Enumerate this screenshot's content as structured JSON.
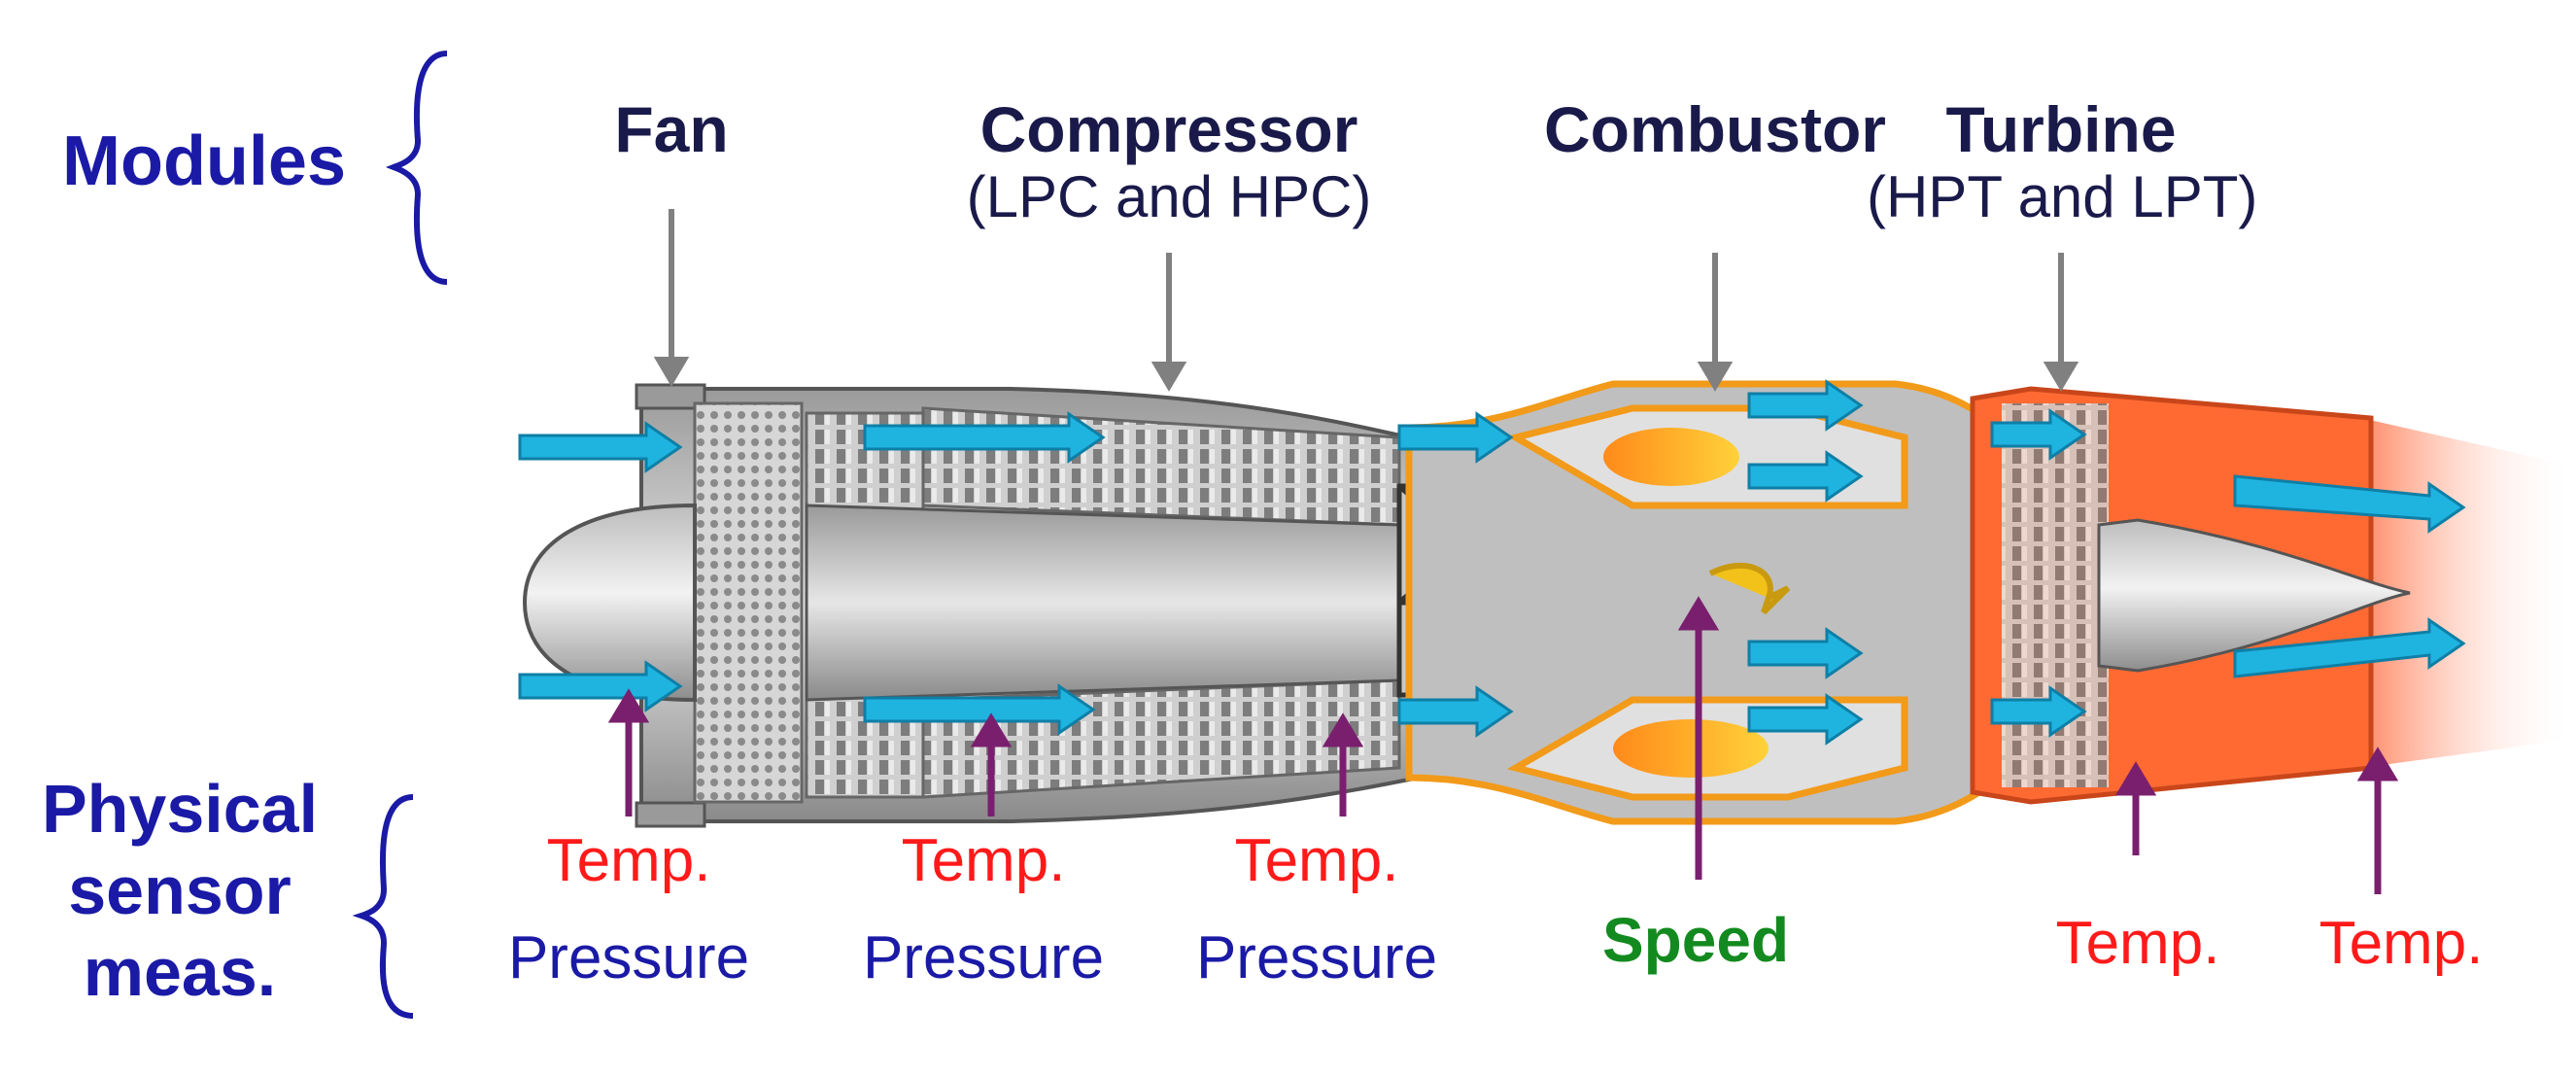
{
  "modules_label": "Modules",
  "sensors_label": [
    "Physical",
    "sensor",
    "meas."
  ],
  "modules": [
    {
      "title": "Fan",
      "subtitle": ""
    },
    {
      "title": "Compressor",
      "subtitle": "(LPC and HPC)"
    },
    {
      "title": "Combustor",
      "subtitle": ""
    },
    {
      "title": "Turbine",
      "subtitle": "(HPT and LPT)"
    }
  ],
  "sensors": {
    "fan": {
      "temp": "Temp.",
      "pressure": "Pressure"
    },
    "lpc": {
      "temp": "Temp.",
      "pressure": "Pressure"
    },
    "hpc": {
      "temp": "Temp.",
      "pressure": "Pressure"
    },
    "speed": "Speed",
    "turbine": {
      "temp": "Temp."
    },
    "exhaust": {
      "temp": "Temp."
    }
  },
  "colors": {
    "heading_blue": "#1a1aa6",
    "module_text": "#1a1a4a",
    "temp_red": "#ff1a1a",
    "speed_green": "#138a1f",
    "flow_arrow": "#1fb3e0",
    "sensor_arrow": "#7a1f6e",
    "module_arrow": "#808080",
    "hot_section": "#ff6a33"
  }
}
